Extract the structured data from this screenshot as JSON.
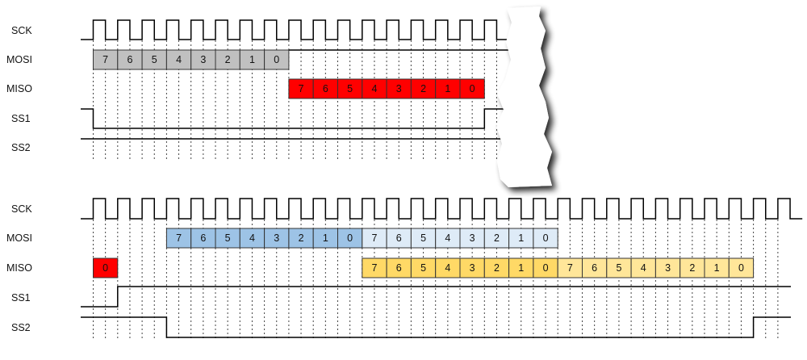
{
  "labels": {
    "sck": "SCK",
    "mosi": "MOSI",
    "miso": "MISO",
    "ss1": "SS1",
    "ss2": "SS2"
  },
  "colors": {
    "gray_cell": "#c0c0c0",
    "red_cell": "#ff0000",
    "blue_cell": "#9dc3e6",
    "light_blue_cell": "#deebf7",
    "yellow_cell": "#ffd966",
    "light_yellow_cell": "#ffe699",
    "line": "#000000",
    "guide": "#444444"
  },
  "top_panel": {
    "mosi_bits": [
      "7",
      "6",
      "5",
      "4",
      "3",
      "2",
      "1",
      "0"
    ],
    "miso_bits": [
      "7",
      "6",
      "5",
      "4",
      "3",
      "2",
      "1",
      "0"
    ]
  },
  "bottom_panel": {
    "miso_leftover_bit": "0",
    "mosi_bits_first": [
      "7",
      "6",
      "5",
      "4",
      "3",
      "2",
      "1",
      "0"
    ],
    "mosi_bits_second": [
      "7",
      "6",
      "5",
      "4",
      "3",
      "2",
      "1",
      "0"
    ],
    "miso_bits_first": [
      "7",
      "6",
      "5",
      "4",
      "3",
      "2",
      "1",
      "0"
    ],
    "miso_bits_second": [
      "7",
      "6",
      "5",
      "4",
      "3",
      "2",
      "1",
      "0"
    ]
  }
}
